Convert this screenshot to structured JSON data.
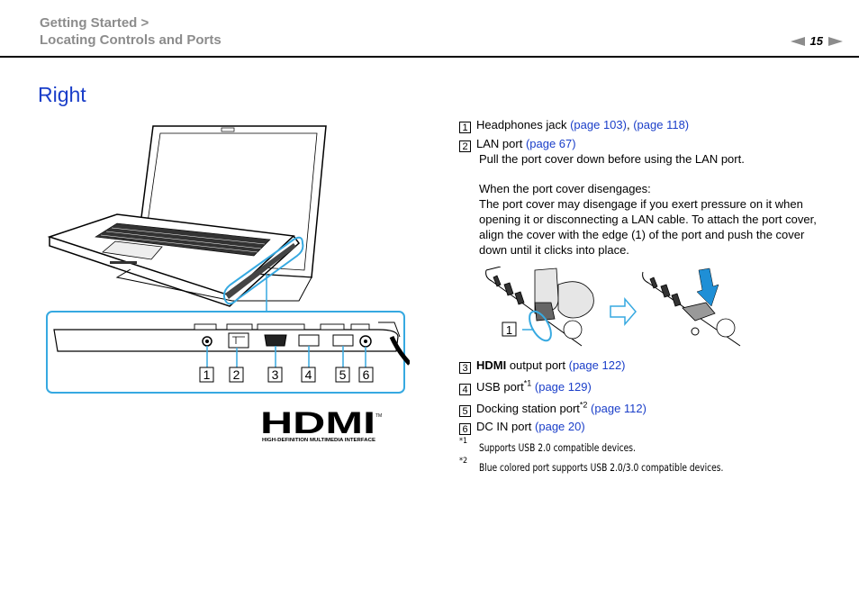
{
  "header": {
    "breadcrumb_line1": "Getting Started >",
    "breadcrumb_line2": "Locating Controls and Ports",
    "page_number": "15"
  },
  "section": {
    "title": "Right"
  },
  "items": [
    {
      "num": "1",
      "label": "Headphones jack",
      "links": [
        "(page 103)",
        "(page 118)"
      ]
    },
    {
      "num": "2",
      "label": "LAN port",
      "link": "(page 67)",
      "note1": "Pull the port cover down before using the LAN port.",
      "note2_heading": "When the port cover disengages:",
      "note2_body": "The port cover may disengage if you exert pressure on it when opening it or disconnecting a LAN cable. To attach the port cover, align the cover with the edge (1) of the port and push the cover down until it clicks into place."
    },
    {
      "num": "3",
      "label_bold": "HDMI",
      "label": " output port",
      "link": "(page 122)"
    },
    {
      "num": "4",
      "label": "USB port",
      "sup": "*1",
      "link": "(page 129)"
    },
    {
      "num": "5",
      "label": "Docking station port",
      "sup": "*2",
      "link": "(page 112)"
    },
    {
      "num": "6",
      "label": "DC IN port",
      "link": "(page 20)"
    }
  ],
  "footnotes": [
    {
      "mark": "*1",
      "text": "Supports USB 2.0 compatible devices."
    },
    {
      "mark": "*2",
      "text": "Blue colored port supports USB 2.0/3.0 compatible devices."
    }
  ],
  "illustration": {
    "callouts": [
      "1",
      "2",
      "3",
      "4",
      "5",
      "6"
    ],
    "hdmi_logo_text": "HDMI",
    "hdmi_tagline": "HIGH-DEFINITION MULTIMEDIA INTERFACE",
    "hdmi_tm": "TM",
    "port_cover_callout": "1",
    "accent_color": "#36a9e1",
    "link_color": "#1a3ec9"
  }
}
